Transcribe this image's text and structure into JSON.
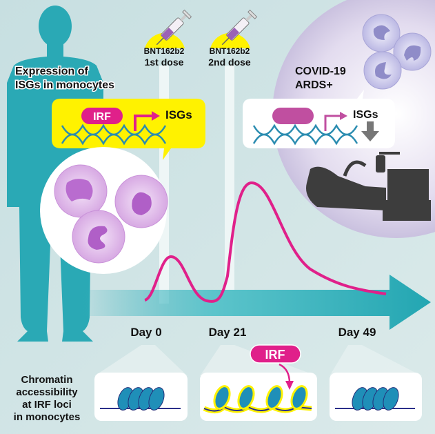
{
  "header": {
    "expression_line1": "Expression of",
    "expression_line2": "ISGs in monocytes"
  },
  "doses": [
    {
      "vaccine": "BNT162b2",
      "dose": "1st dose"
    },
    {
      "vaccine": "BNT162b2",
      "dose": "2nd dose"
    }
  ],
  "left_callout": {
    "factor": "IRF",
    "target": "ISGs"
  },
  "right_panel": {
    "condition_line1": "COVID-19",
    "condition_line2": "ARDS+",
    "target": "ISGs"
  },
  "timeline": {
    "days": [
      "Day 0",
      "Day 21",
      "Day 49"
    ]
  },
  "chromatin": {
    "label_lines": [
      "Chromatin",
      "accessibility",
      "at IRF loci",
      "in monocytes"
    ],
    "factor": "IRF"
  },
  "colors": {
    "teal": "#2aa9b5",
    "magenta": "#e0208a",
    "yellow": "#fff200",
    "lavender": "#d9d3ea",
    "background": "#d3e5e6"
  }
}
